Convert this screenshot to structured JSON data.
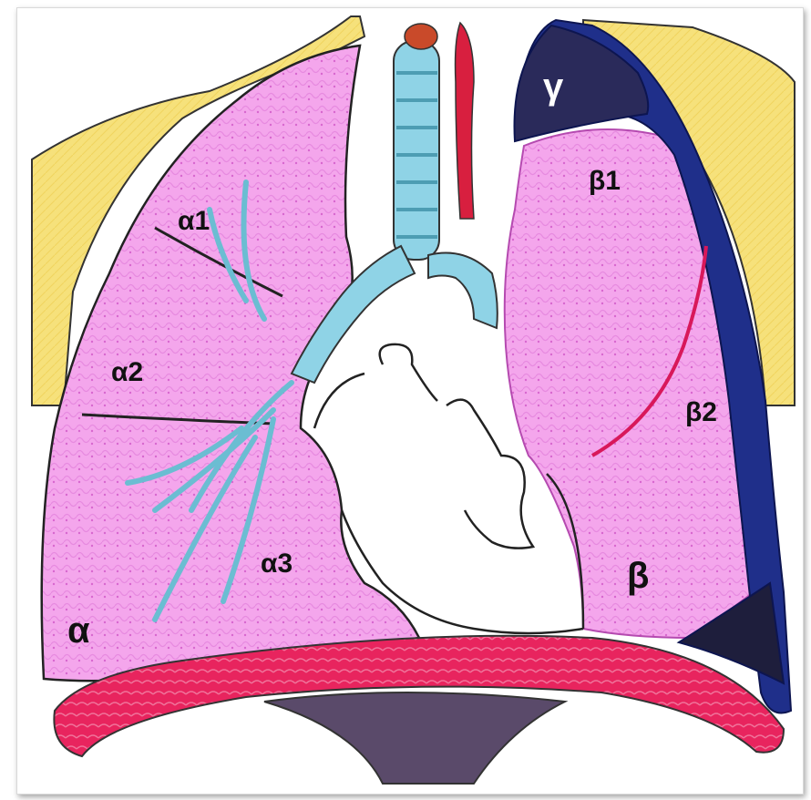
{
  "diagram": {
    "labels": {
      "right_lung": "α",
      "right_upper_lobe": "α1",
      "right_middle_lobe": "α2",
      "right_lower_lobe": "α3",
      "left_lung": "β",
      "left_upper_lobe": "β1",
      "left_lower_lobe": "β2",
      "pleural_apex": "γ"
    },
    "colors": {
      "lung": "#f4a6ec",
      "lung_dark": "#e070d8",
      "chest_wall": "#f5e07a",
      "airway": "#8fd3e6",
      "trachea_rings": "#6ab8cc",
      "diaphragm": "#e8245e",
      "pleura": "#1f2f8a",
      "artery": "#d81f3f",
      "outline": "#222222"
    }
  }
}
